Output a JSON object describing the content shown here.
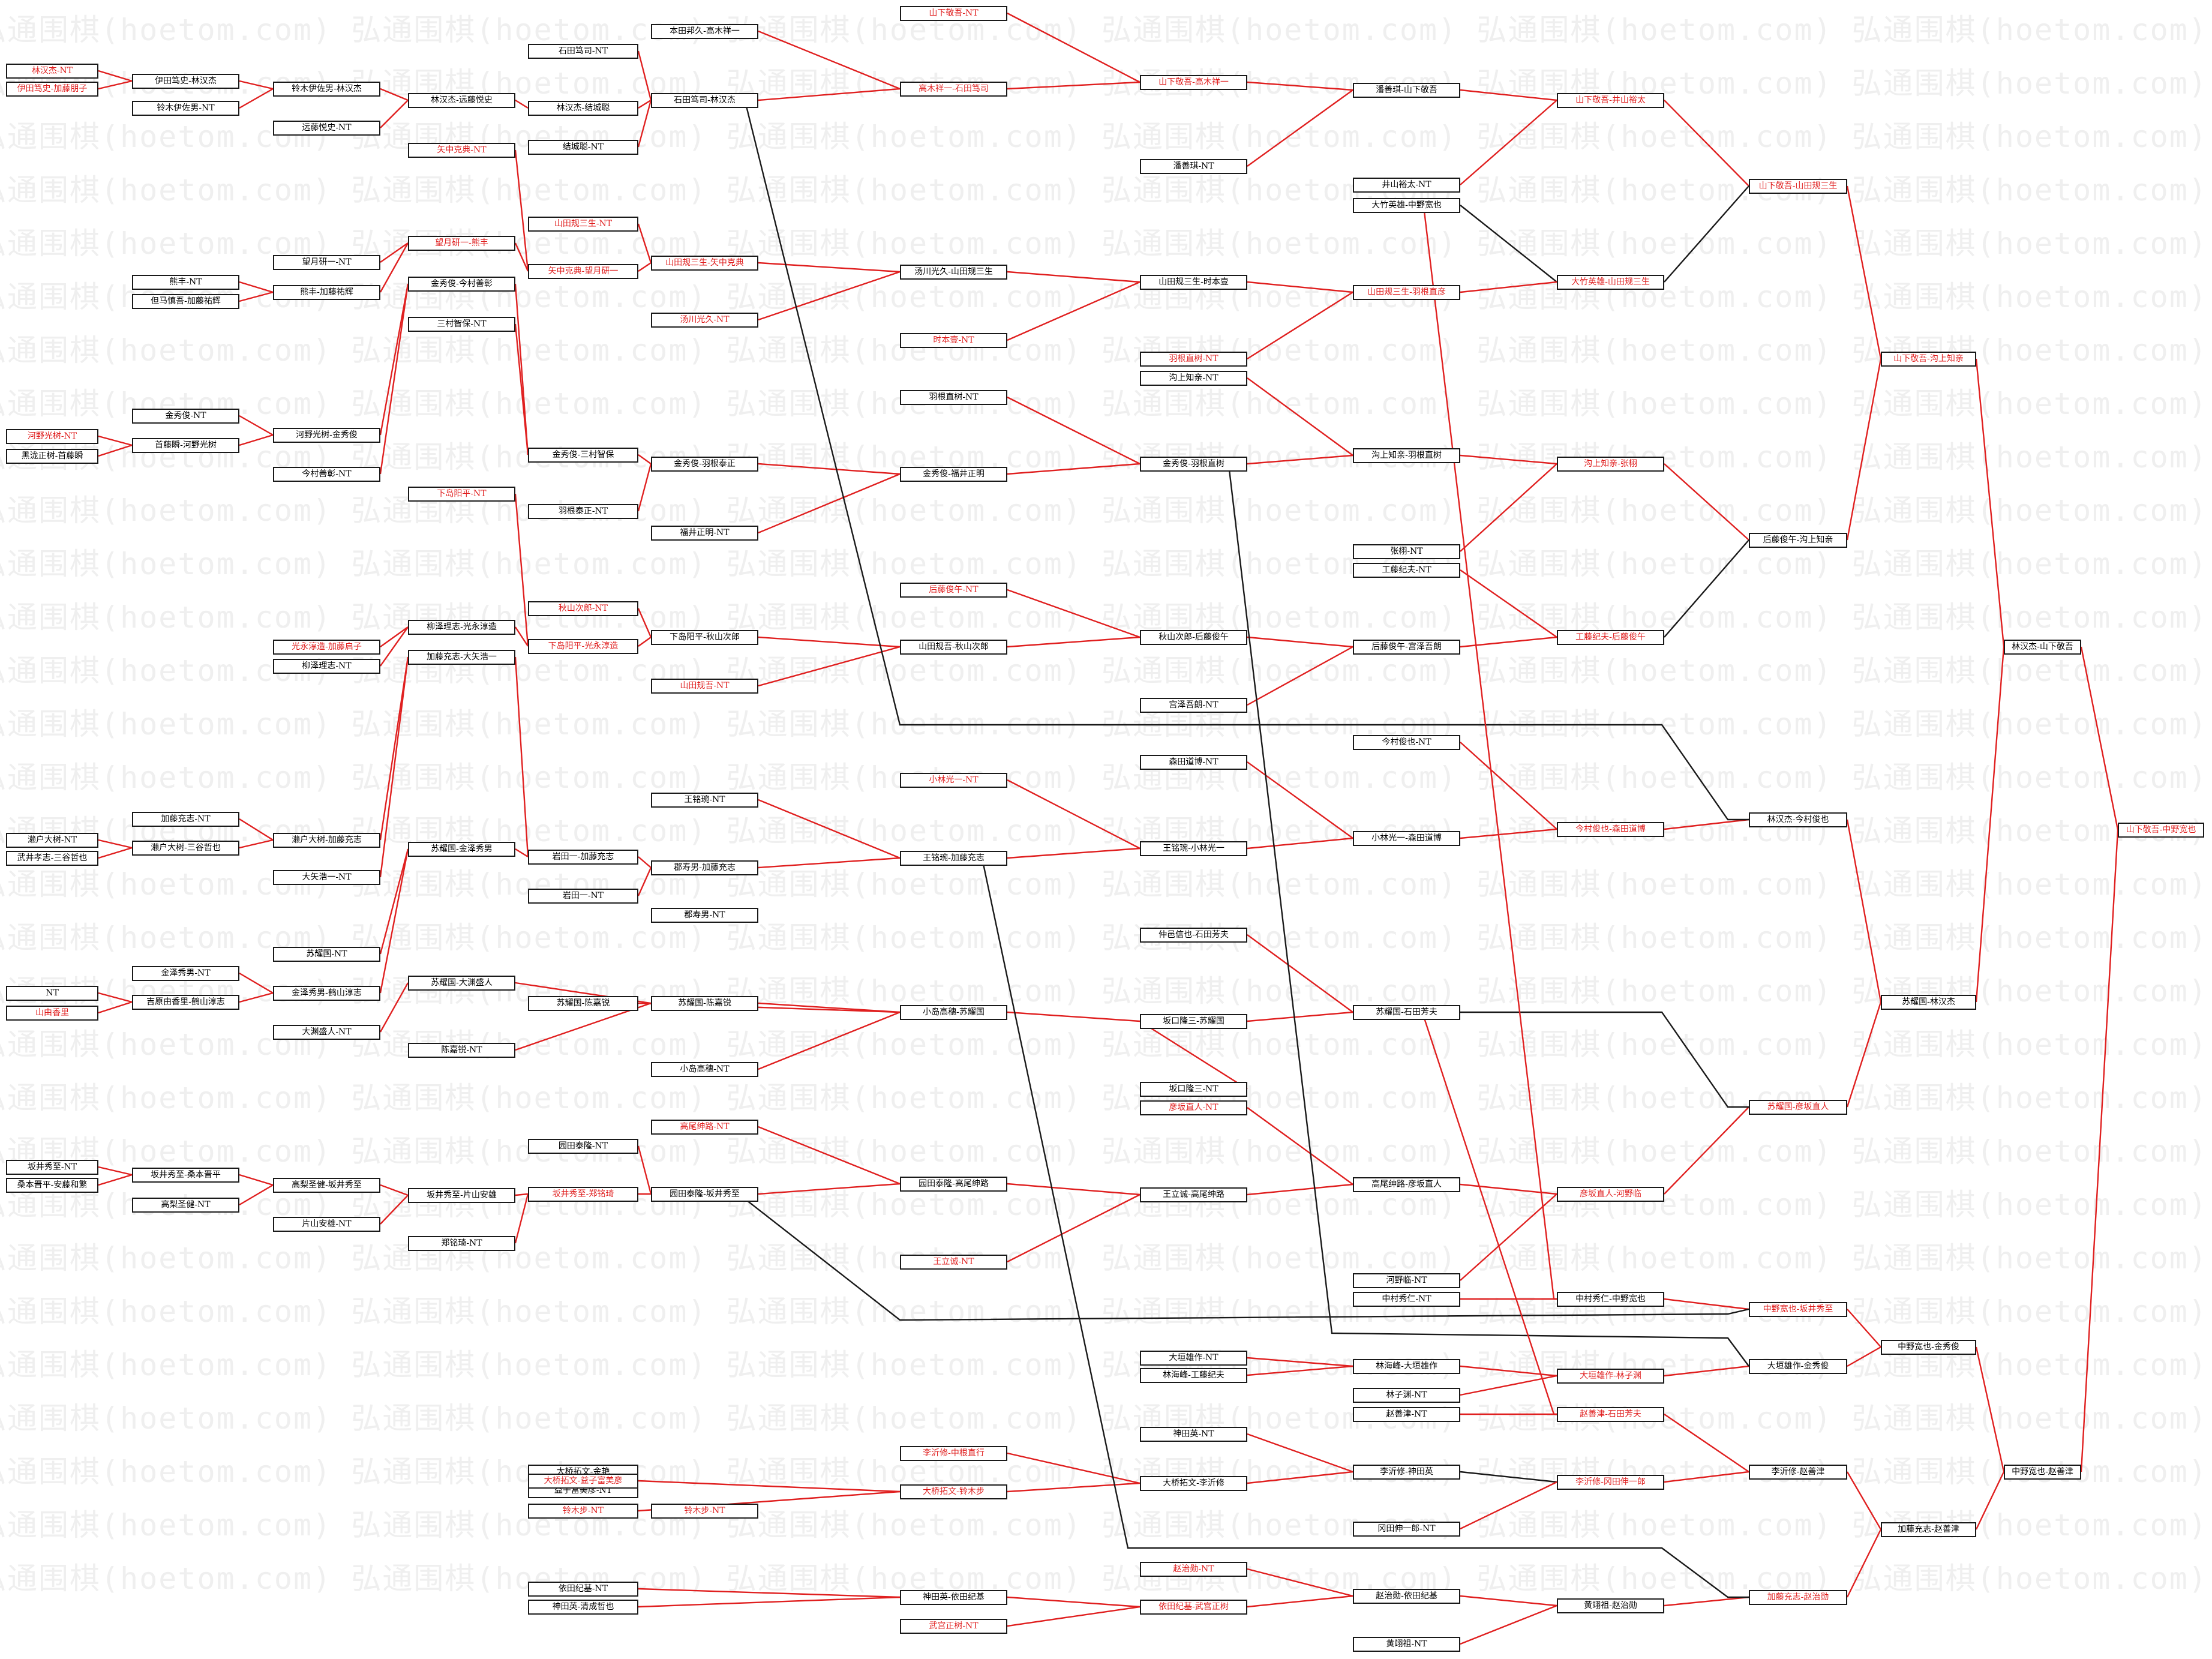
{
  "watermark": "弘通围棋(hoetom.com)",
  "colors": {
    "line_red": "#e02020",
    "line_black": "#1a1a1a"
  },
  "bracket": {
    "col1": [
      {
        "label": "林汉杰-NT",
        "hl": true
      },
      {
        "label": "伊田笃史-加藤朋子",
        "hl": true
      },
      {
        "label": "河野光树-NT",
        "hl": true
      },
      {
        "label": "黑泷正树-首藤瞬",
        "hl": false
      },
      {
        "label": "濑户大树-NT",
        "hl": false
      },
      {
        "label": "武井孝志-三谷哲也",
        "hl": false
      },
      {
        "label": "NT",
        "hl": false
      },
      {
        "label": "山由香里",
        "hl": true
      },
      {
        "label": "坂井秀至-NT",
        "hl": false
      },
      {
        "label": "桑本晋平-安藤和繁",
        "hl": false
      }
    ],
    "col2": [
      {
        "label": "伊田笃史-林汉杰",
        "hl": false
      },
      {
        "label": "铃木伊佐男-NT",
        "hl": false
      },
      {
        "label": "熊丰-NT",
        "hl": false
      },
      {
        "label": "但马慎吾-加藤祐辉",
        "hl": false
      },
      {
        "label": "金秀俊-NT",
        "hl": false
      },
      {
        "label": "首藤瞬-河野光树",
        "hl": false
      },
      {
        "label": "加藤充志-NT",
        "hl": false
      },
      {
        "label": "濑户大树-三谷哲也",
        "hl": false
      },
      {
        "label": "金泽秀男-NT",
        "hl": false
      },
      {
        "label": "吉原由香里-鹤山淳志",
        "hl": false
      },
      {
        "label": "坂井秀至-桑本晋平",
        "hl": false
      },
      {
        "label": "高梨圣健-NT",
        "hl": false
      }
    ],
    "col3": [
      {
        "label": "铃木伊佐男-林汉杰",
        "hl": false
      },
      {
        "label": "远藤悦史-NT",
        "hl": false
      },
      {
        "label": "望月研一-NT",
        "hl": false
      },
      {
        "label": "熊丰-加藤祐辉",
        "hl": false
      },
      {
        "label": "河野光树-金秀俊",
        "hl": false
      },
      {
        "label": "今村善彰-NT",
        "hl": false
      },
      {
        "label": "光永淳造-加藤启子",
        "hl": true
      },
      {
        "label": "柳泽理志-NT",
        "hl": false
      },
      {
        "label": "濑户大树-加藤充志",
        "hl": false
      },
      {
        "label": "大矢浩一-NT",
        "hl": false
      },
      {
        "label": "苏耀国-NT",
        "hl": false
      },
      {
        "label": "金泽秀男-鹤山淳志",
        "hl": false
      },
      {
        "label": "大渊盛人-NT",
        "hl": false
      },
      {
        "label": "高梨圣健-坂井秀至",
        "hl": false
      },
      {
        "label": "片山安雄-NT",
        "hl": false
      }
    ],
    "col4": [
      {
        "label": "林汉杰-远藤悦史",
        "hl": false
      },
      {
        "label": "矢中克典-NT",
        "hl": true
      },
      {
        "label": "望月研一-熊丰",
        "hl": true
      },
      {
        "label": "金秀俊-今村善彰",
        "hl": false
      },
      {
        "label": "三村智保-NT",
        "hl": false
      },
      {
        "label": "下岛阳平-NT",
        "hl": true
      },
      {
        "label": "柳泽理志-光永淳造",
        "hl": false
      },
      {
        "label": "加藤充志-大矢浩一",
        "hl": false
      },
      {
        "label": "苏耀国-金泽秀男",
        "hl": false
      },
      {
        "label": "苏耀国-大渊盛人",
        "hl": false
      },
      {
        "label": "陈嘉锐-NT",
        "hl": false
      },
      {
        "label": "坂井秀至-片山安雄",
        "hl": false
      },
      {
        "label": "郑铭琦-NT",
        "hl": false
      }
    ],
    "col5": [
      {
        "label": "石田笃司-NT",
        "hl": false
      },
      {
        "label": "林汉杰-结城聪",
        "hl": false
      },
      {
        "label": "结城聪-NT",
        "hl": false
      },
      {
        "label": "山田规三生-NT",
        "hl": true
      },
      {
        "label": "矢中克典-望月研一",
        "hl": true
      },
      {
        "label": "金秀俊-三村智保",
        "hl": false
      },
      {
        "label": "羽根泰正-NT",
        "hl": false
      },
      {
        "label": "秋山次郎-NT",
        "hl": true
      },
      {
        "label": "下岛阳平-光永淳造",
        "hl": true
      },
      {
        "label": "岩田一-加藤充志",
        "hl": false
      },
      {
        "label": "岩田一-NT",
        "hl": false
      },
      {
        "label": "苏耀国-陈嘉锐",
        "hl": false
      },
      {
        "label": "园田泰隆-NT",
        "hl": false
      },
      {
        "label": "坂井秀至-郑铭琦",
        "hl": true
      },
      {
        "label": "大桥拓文-金艳",
        "hl": false
      },
      {
        "label": "益子富美彦-NT",
        "hl": false
      },
      {
        "label": "大桥拓文-益子富美彦",
        "hl": true
      },
      {
        "label": "铃木步-NT",
        "hl": true
      },
      {
        "label": "依田纪基-NT",
        "hl": false
      },
      {
        "label": "神田英-清成哲也",
        "hl": false
      }
    ],
    "col6": [
      {
        "label": "本田邦久-高木祥一",
        "hl": false
      },
      {
        "label": "石田笃司-林汉杰",
        "hl": false
      },
      {
        "label": "山田规三生-矢中克典",
        "hl": true
      },
      {
        "label": "汤川光久-NT",
        "hl": true
      },
      {
        "label": "金秀俊-羽根泰正",
        "hl": false
      },
      {
        "label": "福井正明-NT",
        "hl": false
      },
      {
        "label": "下岛阳平-秋山次郎",
        "hl": false
      },
      {
        "label": "山田规吾-NT",
        "hl": true
      },
      {
        "label": "王铭琬-NT",
        "hl": false
      },
      {
        "label": "郡寿男-加藤充志",
        "hl": false
      },
      {
        "label": "郡寿男-NT",
        "hl": false
      },
      {
        "label": "苏耀国-陈嘉锐",
        "hl": false
      },
      {
        "label": "小岛高穗-NT",
        "hl": false
      },
      {
        "label": "高尾绅路-NT",
        "hl": true
      },
      {
        "label": "园田泰隆-坂井秀至",
        "hl": false
      },
      {
        "label": "铃木步-NT",
        "hl": true
      }
    ],
    "col7": [
      {
        "label": "山下敬吾-NT",
        "hl": true
      },
      {
        "label": "高木祥一-石田笃司",
        "hl": true
      },
      {
        "label": "汤川光久-山田规三生",
        "hl": false
      },
      {
        "label": "时本壹-NT",
        "hl": true
      },
      {
        "label": "羽根直树-NT",
        "hl": false
      },
      {
        "label": "金秀俊-福井正明",
        "hl": false
      },
      {
        "label": "后藤俊午-NT",
        "hl": true
      },
      {
        "label": "山田规吾-秋山次郎",
        "hl": false
      },
      {
        "label": "小林光一-NT",
        "hl": true
      },
      {
        "label": "王铭琬-加藤充志",
        "hl": false
      },
      {
        "label": "小岛高穗-苏耀国",
        "hl": false
      },
      {
        "label": "园田泰隆-高尾绅路",
        "hl": false
      },
      {
        "label": "王立诚-NT",
        "hl": true
      },
      {
        "label": "李沂修-中根直行",
        "hl": true
      },
      {
        "label": "大桥拓文-铃木步",
        "hl": true
      },
      {
        "label": "神田英-依田纪基",
        "hl": false
      },
      {
        "label": "武宫正树-NT",
        "hl": true
      }
    ],
    "col8": [
      {
        "label": "山下敬吾-高木祥一",
        "hl": true
      },
      {
        "label": "潘善琪-NT",
        "hl": false
      },
      {
        "label": "山田规三生-时本壹",
        "hl": false
      },
      {
        "label": "羽根直树-NT",
        "hl": true
      },
      {
        "label": "沟上知亲-NT",
        "hl": false
      },
      {
        "label": "金秀俊-羽根直树",
        "hl": false
      },
      {
        "label": "秋山次郎-后藤俊午",
        "hl": false
      },
      {
        "label": "宫泽吾朗-NT",
        "hl": false
      },
      {
        "label": "森田道博-NT",
        "hl": false
      },
      {
        "label": "王铭琬-小林光一",
        "hl": false
      },
      {
        "label": "仲邑信也-石田芳夫",
        "hl": false
      },
      {
        "label": "坂口隆三-苏耀国",
        "hl": false
      },
      {
        "label": "坂口隆三-NT",
        "hl": false
      },
      {
        "label": "彦坂直人-NT",
        "hl": true
      },
      {
        "label": "王立诚-高尾绅路",
        "hl": false
      },
      {
        "label": "大垣雄作-NT",
        "hl": false
      },
      {
        "label": "林海峰-工藤纪夫",
        "hl": false
      },
      {
        "label": "神田英-NT",
        "hl": false
      },
      {
        "label": "大桥拓文-李沂修",
        "hl": false
      },
      {
        "label": "赵治勋-NT",
        "hl": true
      },
      {
        "label": "依田纪基-武宫正树",
        "hl": true
      }
    ],
    "col9": [
      {
        "label": "潘善琪-山下敬吾",
        "hl": false
      },
      {
        "label": "井山裕太-NT",
        "hl": false
      },
      {
        "label": "大竹英雄-中野宽也",
        "hl": false
      },
      {
        "label": "山田规三生-羽根直彦",
        "hl": true
      },
      {
        "label": "沟上知亲-羽根直树",
        "hl": false
      },
      {
        "label": "张栩-NT",
        "hl": false
      },
      {
        "label": "工藤纪夫-NT",
        "hl": false
      },
      {
        "label": "后藤俊午-宫泽吾朗",
        "hl": false
      },
      {
        "label": "今村俊也-NT",
        "hl": false
      },
      {
        "label": "小林光一-森田道博",
        "hl": false
      },
      {
        "label": "苏耀国-石田芳夫",
        "hl": false
      },
      {
        "label": "高尾绅路-彦坂直人",
        "hl": false
      },
      {
        "label": "河野临-NT",
        "hl": false
      },
      {
        "label": "中村秀仁-NT",
        "hl": false
      },
      {
        "label": "林海峰-大垣雄作",
        "hl": false
      },
      {
        "label": "林子渊-NT",
        "hl": false
      },
      {
        "label": "赵善津-NT",
        "hl": false
      },
      {
        "label": "李沂修-神田英",
        "hl": false
      },
      {
        "label": "冈田伸一郎-NT",
        "hl": false
      },
      {
        "label": "赵治勋-依田纪基",
        "hl": false
      },
      {
        "label": "黄翊祖-NT",
        "hl": false
      }
    ],
    "col10": [
      {
        "label": "山下敬吾-井山裕太",
        "hl": true
      },
      {
        "label": "大竹英雄-山田规三生",
        "hl": true
      },
      {
        "label": "沟上知亲-张栩",
        "hl": true
      },
      {
        "label": "工藤纪夫-后藤俊午",
        "hl": true
      },
      {
        "label": "今村俊也-森田道博",
        "hl": true
      },
      {
        "label": "彦坂直人-河野临",
        "hl": true
      },
      {
        "label": "中村秀仁-中野宽也",
        "hl": false
      },
      {
        "label": "大垣雄作-林子渊",
        "hl": true
      },
      {
        "label": "赵善津-石田芳夫",
        "hl": true
      },
      {
        "label": "李沂修-冈田伸一郎",
        "hl": true
      },
      {
        "label": "黄翊祖-赵治勋",
        "hl": false
      }
    ],
    "col11": [
      {
        "label": "山下敬吾-山田规三生",
        "hl": true
      },
      {
        "label": "后藤俊午-沟上知亲",
        "hl": false
      },
      {
        "label": "林汉杰-今村俊也",
        "hl": false
      },
      {
        "label": "苏耀国-彦坂直人",
        "hl": true
      },
      {
        "label": "中野宽也-坂井秀至",
        "hl": true
      },
      {
        "label": "大垣雄作-金秀俊",
        "hl": false
      },
      {
        "label": "李沂修-赵善津",
        "hl": false
      },
      {
        "label": "加藤充志-赵治勋",
        "hl": true
      }
    ],
    "col12": [
      {
        "label": "山下敬吾-沟上知亲",
        "hl": true
      },
      {
        "label": "苏耀国-林汉杰",
        "hl": false
      },
      {
        "label": "中野宽也-金秀俊",
        "hl": false
      },
      {
        "label": "加藤充志-赵善津",
        "hl": false
      }
    ],
    "col13": [
      {
        "label": "林汉杰-山下敬吾",
        "hl": false
      },
      {
        "label": "中野宽也-赵善津",
        "hl": false
      }
    ],
    "col14": [
      {
        "label": "山下敬吾-中野宽也",
        "hl": true
      }
    ]
  }
}
